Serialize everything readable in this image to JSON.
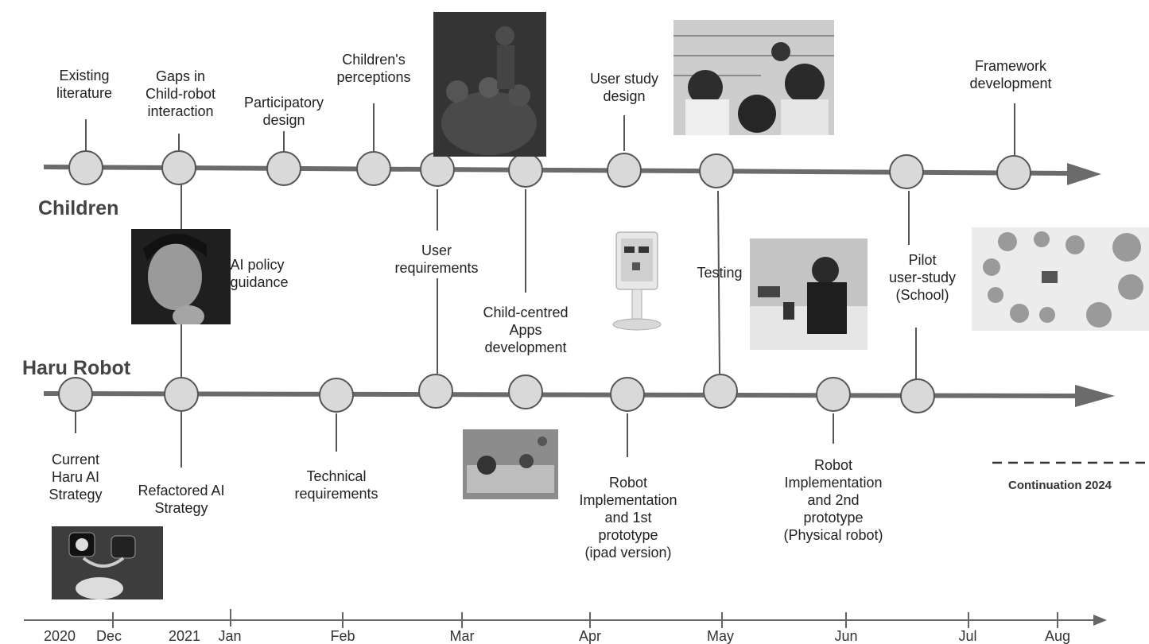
{
  "lanes": {
    "children": "Children",
    "robot": "Haru Robot"
  },
  "children_events": [
    [
      "Existing",
      "literature"
    ],
    [
      "Gaps in",
      "Child-robot",
      "interaction"
    ],
    [
      "Participatory",
      "design"
    ],
    [
      "Children's",
      "perceptions"
    ],
    [
      "User",
      "requirements"
    ],
    [
      "Child-centred",
      "Apps",
      "development"
    ],
    [
      "User study",
      "design"
    ],
    [
      "Testing"
    ],
    [
      "Pilot",
      "user-study",
      "(School)"
    ],
    [
      "Framework",
      "development"
    ]
  ],
  "robot_events": [
    [
      "Current",
      "Haru AI",
      "Strategy"
    ],
    [
      "AI policy",
      "guidance"
    ],
    [
      "Refactored AI",
      "Strategy"
    ],
    [
      "Technical",
      "requirements"
    ],
    [
      "Robot",
      "Implementation",
      "and 1st",
      "prototype",
      "(ipad version)"
    ],
    [
      "Robot",
      "Implementation",
      "and 2nd",
      "prototype",
      "(Physical robot)"
    ]
  ],
  "continuation": "Continuation 2024",
  "time_axis": [
    "2020",
    "Dec",
    "2021",
    "Jan",
    "Feb",
    "Mar",
    "Apr",
    "May",
    "Jun",
    "Jul",
    "Aug"
  ],
  "colors": {
    "line": "#6b6b6b",
    "node_fill": "#d9d9d9",
    "node_stroke": "#555555",
    "text": "#222222"
  }
}
